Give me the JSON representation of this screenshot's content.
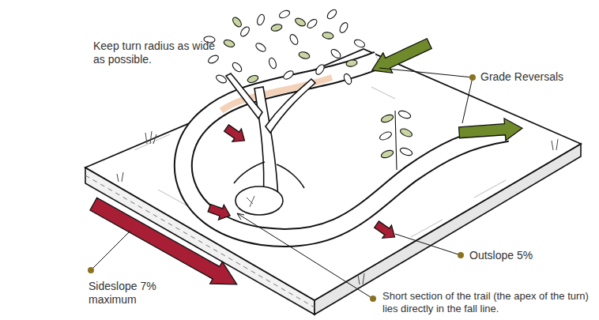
{
  "diagram": {
    "labels": [
      "Keep turn radius as wide as possible.",
      "Grade Reversals",
      "Outslope 5%",
      "Sideslope 7% maximum",
      "Short section of the trail (the apex of the turn) lies directly in the fall line."
    ]
  }
}
